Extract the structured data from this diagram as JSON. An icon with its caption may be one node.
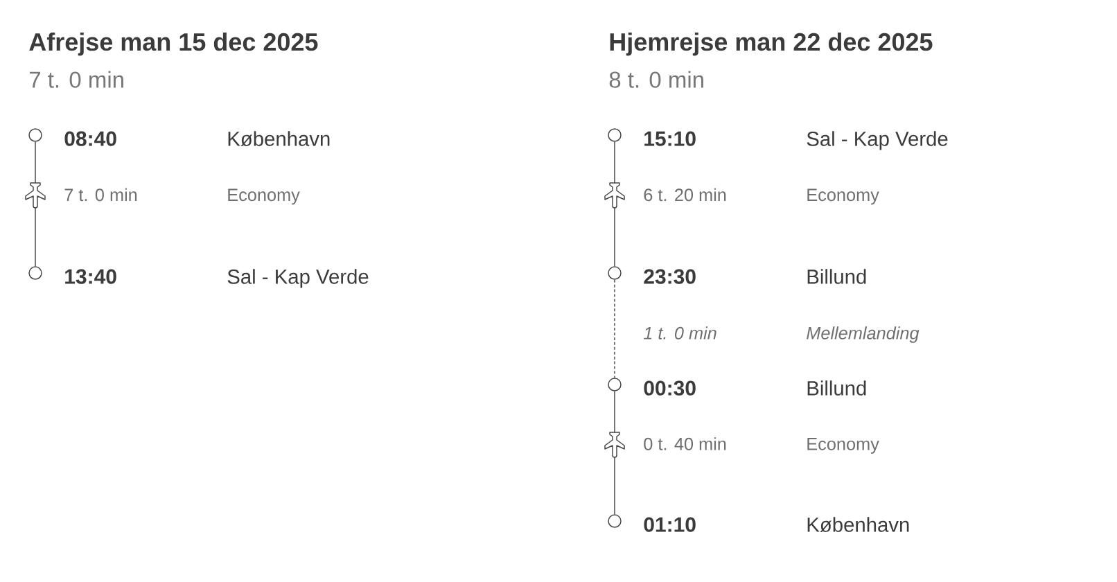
{
  "diagram": {
    "nodes": [
      {
        "text": [],
        "shape": "circle",
        "beside": [
          "08:40"
        ]
      },
      {
        "text": [],
        "shape": "circle",
        "beside": [
          "13:40"
        ]
      },
      {
        "text": [],
        "shape": "circle",
        "beside": [
          "15:10"
        ]
      },
      {
        "text": [],
        "shape": "circle",
        "beside": [
          "23:30"
        ]
      },
      {
        "text": [],
        "shape": "circle",
        "beside": [
          "00:30"
        ]
      },
      {
        "text": [],
        "shape": "circle",
        "beside": [
          "01:10"
        ]
      }
    ],
    "edges": [
      {
        "from": 0,
        "to": 1,
        "arrow": "none"
      },
      {
        "from": 2,
        "to": 3,
        "arrow": "none"
      },
      {
        "from": 3,
        "to": 4,
        "arrow": "none",
        "style": "dashed"
      },
      {
        "from": 4,
        "to": 5,
        "arrow": "none"
      }
    ],
    "labels": [
      "Afrejse man 15 dec 2025",
      "7 t. 0 min",
      "København",
      "7 t. 0 min",
      "Economy",
      "Sal - Kap Verde",
      "Hjemrejse man 22 dec 2025",
      "8 t. 0 min",
      "Sal - Kap Verde",
      "6 t. 20 min",
      "Economy",
      "Billund",
      "1 t. 0 min",
      "Mellemlanding",
      "Billund",
      "0 t. 40 min",
      "Economy",
      "København"
    ]
  }
}
